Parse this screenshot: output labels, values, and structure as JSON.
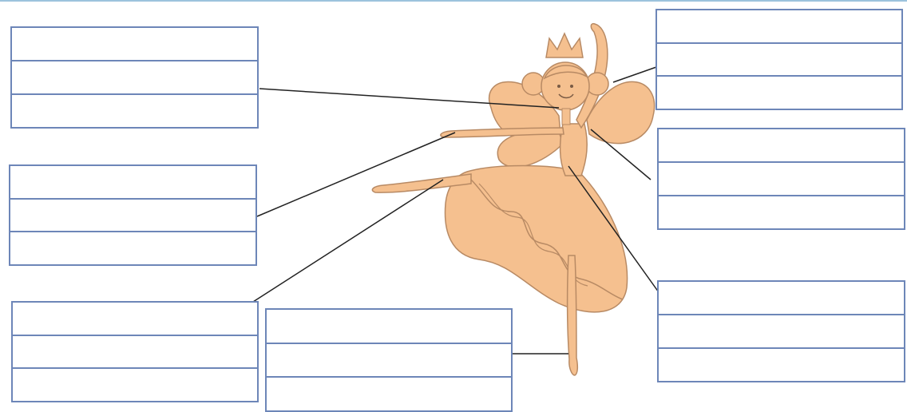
{
  "diagram": {
    "colors": {
      "fill": "#f5c08f",
      "outline": "#b88a64",
      "box_border": "#6d86b8",
      "leader_line": "#222222"
    },
    "label_boxes": [
      {
        "name": "top-left",
        "rows": [
          "",
          "",
          ""
        ]
      },
      {
        "name": "middle-left",
        "rows": [
          "",
          "",
          ""
        ]
      },
      {
        "name": "bottom-left",
        "rows": [
          "",
          "",
          ""
        ]
      },
      {
        "name": "bottom-center",
        "rows": [
          "",
          "",
          ""
        ]
      },
      {
        "name": "top-right",
        "rows": [
          "",
          "",
          ""
        ]
      },
      {
        "name": "middle-right",
        "rows": [
          "",
          "",
          ""
        ]
      },
      {
        "name": "bottom-right",
        "rows": [
          "",
          "",
          ""
        ]
      }
    ]
  }
}
